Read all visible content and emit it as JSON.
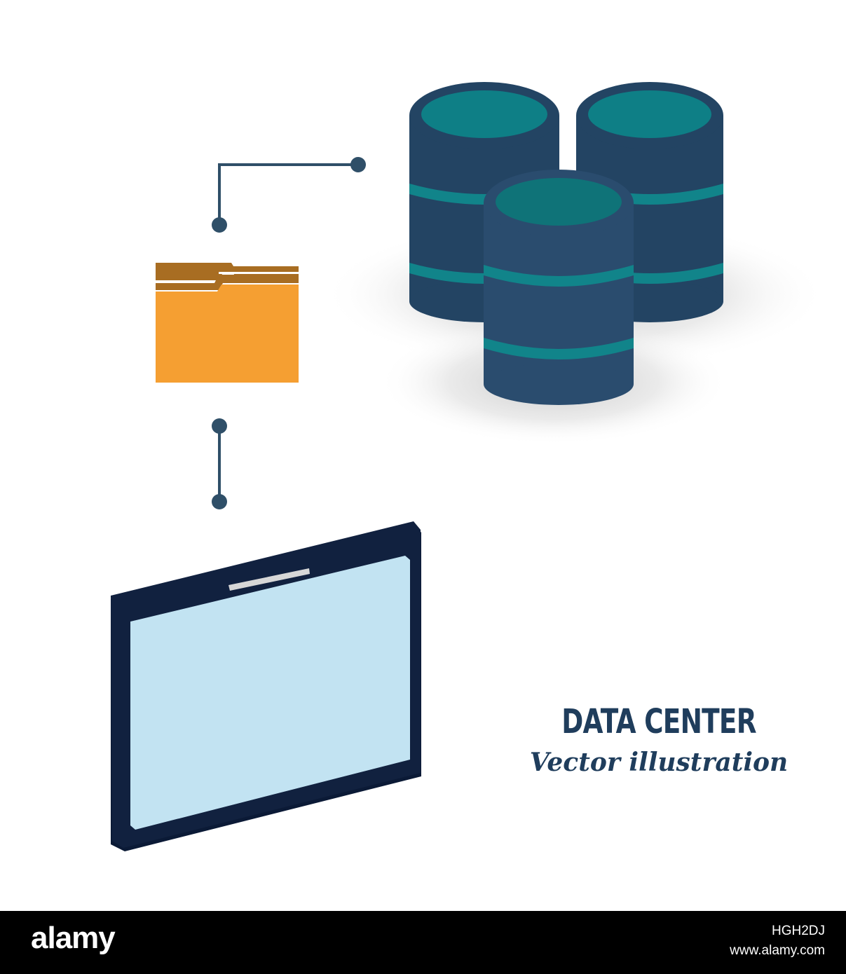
{
  "title": {
    "main": "DATA CENTER",
    "subtitle": "Vector illustration"
  },
  "footer": {
    "logo": "alamy",
    "image_id": "HGH2DJ",
    "url": "www.alamy.com"
  },
  "colors": {
    "navy": "#1f3d5c",
    "server_body": "#234463",
    "server_top": "#0e7f86",
    "server_band": "#11848a",
    "folder_front": "#f59f32",
    "folder_back": "#a86d22",
    "tablet_frame": "#11213f",
    "tablet_screen": "#c2e3f2",
    "connector": "#2f4f68"
  },
  "icons": [
    "server-stack-icon",
    "folder-icon",
    "tablet-icon",
    "connector-line-icon"
  ]
}
